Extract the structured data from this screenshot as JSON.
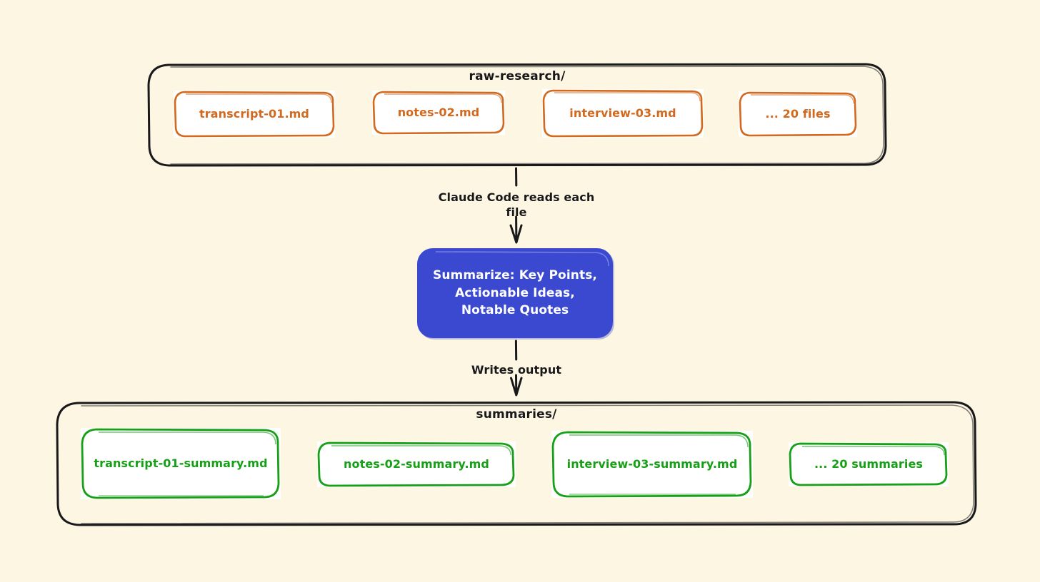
{
  "diagram": {
    "background_color": "#FDF6E3",
    "stroke_color": "#19191c",
    "input_color": "#D2691E",
    "output_color": "#17A017",
    "process_color": "#3A49CF"
  },
  "input_group": {
    "label": "raw-research/",
    "files": [
      {
        "name": "transcript-01.md"
      },
      {
        "name": "notes-02.md"
      },
      {
        "name": "interview-03.md"
      },
      {
        "name": "... 20 files"
      }
    ]
  },
  "edges": {
    "read": {
      "label_line1": "Claude Code reads each",
      "label_line2": "file"
    },
    "write": {
      "label_line1": "Writes output",
      "label_line2": ""
    }
  },
  "process": {
    "label": "Summarize: Key Points, Actionable Ideas, Notable Quotes"
  },
  "output_group": {
    "label": "summaries/",
    "files": [
      {
        "name": "transcript-01-summary.md"
      },
      {
        "name": "notes-02-summary.md"
      },
      {
        "name": "interview-03-summary.md"
      },
      {
        "name": "... 20 summaries"
      }
    ]
  }
}
